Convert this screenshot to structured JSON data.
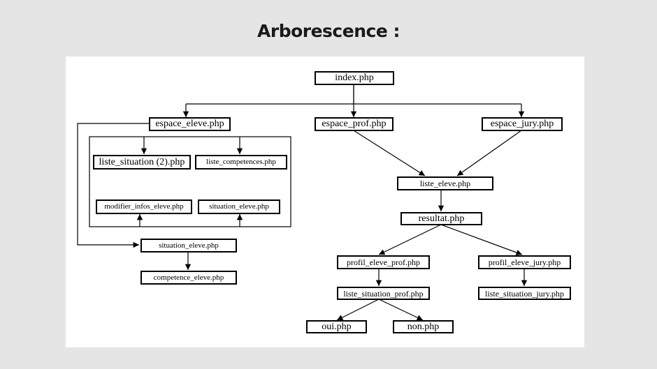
{
  "title": "Arborescence :",
  "nodes": {
    "index": "index.php",
    "espace_eleve": "espace_eleve.php",
    "espace_prof": "espace_prof.php",
    "espace_jury": "espace_jury.php",
    "liste_situation_2": "liste_situation (2).php",
    "liste_competences": "liste_competences.php",
    "modifier_infos_eleve": "modifier_infos_eleve.php",
    "situation_eleve_inner": "situation_eleve.php",
    "situation_eleve": "situation_eleve.php",
    "competence_eleve": "competence_eleve.php",
    "liste_eleve": "liste_eleve.php",
    "resultat": "resultat.php",
    "profil_eleve_prof": "profil_eleve_prof.php",
    "profil_eleve_jury": "profil_eleve_jury.php",
    "liste_situation_prof": "liste_situation_prof.php",
    "liste_situation_jury": "liste_situation_jury.php",
    "oui": "oui.php",
    "non": "non.php"
  }
}
